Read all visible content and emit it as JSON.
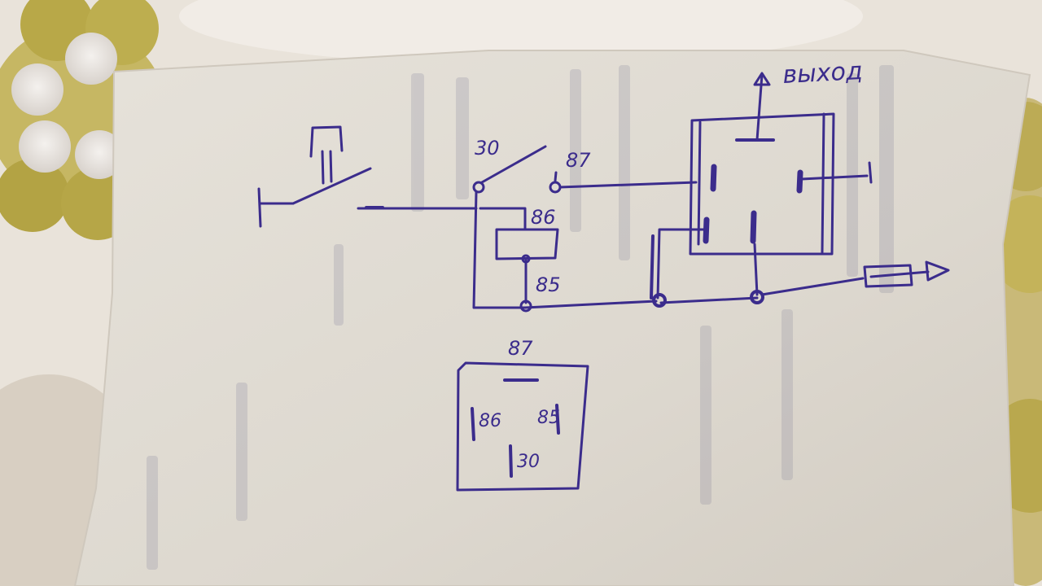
{
  "diagram": {
    "labels": {
      "output": "выход",
      "pin_30": "30",
      "pin_87": "87",
      "pin_86": "86",
      "pin_85": "85"
    },
    "pinout": {
      "top": "87",
      "left": "86",
      "right": "85",
      "bottom": "30"
    }
  },
  "colors": {
    "ink": "#3b2c8c",
    "paper": "#e2ddd4",
    "background_cloth": "#ece6dc",
    "flower_gold": "#b9a64a"
  }
}
